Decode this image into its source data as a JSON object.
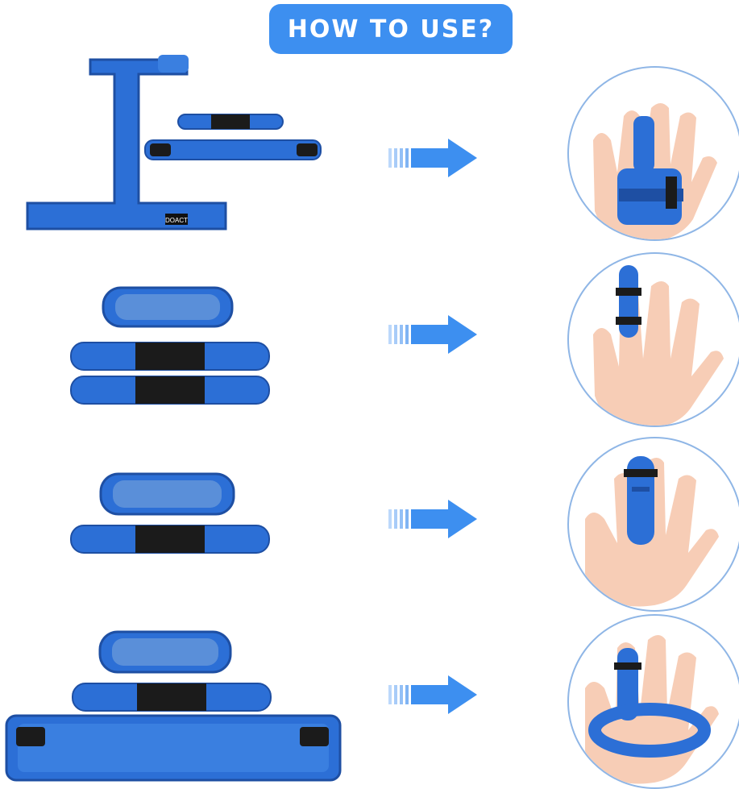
{
  "header": {
    "title": "HOW TO USE?"
  },
  "brand_label": "DOACT",
  "colors": {
    "accent": "#3d8ff0",
    "brace_blue": "#2c6fd6",
    "brace_dark": "#1e4fa3",
    "velcro": "#1b1b1b",
    "circle_border": "#8fb6e6",
    "skin": "#f7cdb6"
  },
  "steps": [
    {
      "id": "step-1",
      "arrow_icon": "arrow-right-icon",
      "illustration": "hand-with-full-brace"
    },
    {
      "id": "step-2",
      "arrow_icon": "arrow-right-icon",
      "illustration": "hand-with-finger-splint"
    },
    {
      "id": "step-3",
      "arrow_icon": "arrow-right-icon",
      "illustration": "hand-with-finger-splint-single"
    },
    {
      "id": "step-4",
      "arrow_icon": "arrow-right-icon",
      "illustration": "hand-with-splint-and-palm-strap"
    }
  ]
}
